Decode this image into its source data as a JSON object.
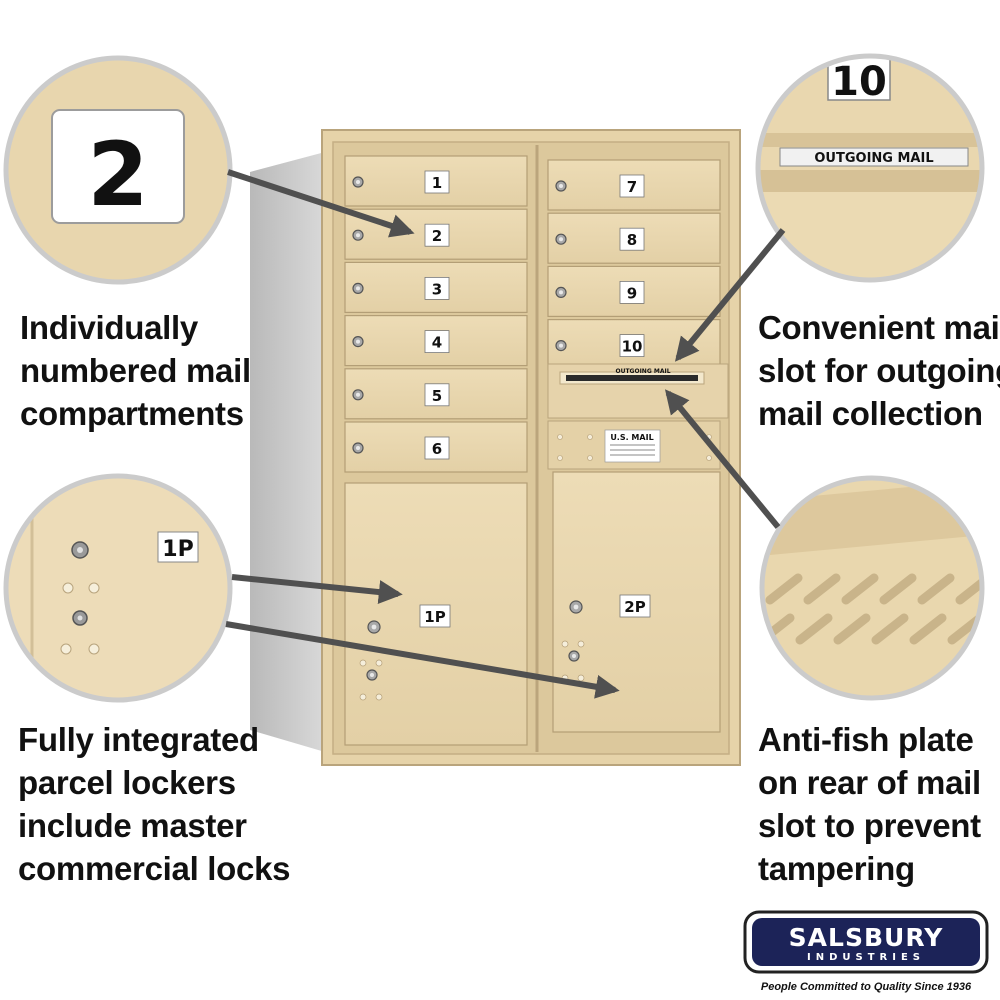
{
  "compartments": [
    "1",
    "2",
    "3",
    "4",
    "5",
    "6",
    "7",
    "8",
    "9",
    "10"
  ],
  "parcel_lockers": [
    "1P",
    "2P"
  ],
  "outgoing_slot_label": "OUTGOING MAIL",
  "usmail_label": "U.S. MAIL",
  "callouts": {
    "compartment_badge": "2",
    "top_right_number": "10",
    "top_right_label": "OUTGOING MAIL",
    "parcel_badge": "1P"
  },
  "captions": {
    "numbered": [
      "Individually",
      "numbered mail",
      "compartments"
    ],
    "outgoing": [
      "Convenient mail",
      "slot for outgoing",
      "mail collection"
    ],
    "parcel": [
      "Fully integrated",
      "parcel lockers",
      "include master",
      "commercial locks"
    ],
    "antifish": [
      "Anti-fish plate",
      "on rear of mail",
      "slot to prevent",
      "tampering"
    ]
  },
  "logo": {
    "brand": "SALSBURY",
    "subtitle": "INDUSTRIES",
    "tagline": "People Committed to Quality Since 1936"
  },
  "colors": {
    "sandstone": "#e8d6ad",
    "sandstone_dark": "#c9b48a",
    "arrow": "#505050",
    "logo_blue": "#2c3a78"
  }
}
